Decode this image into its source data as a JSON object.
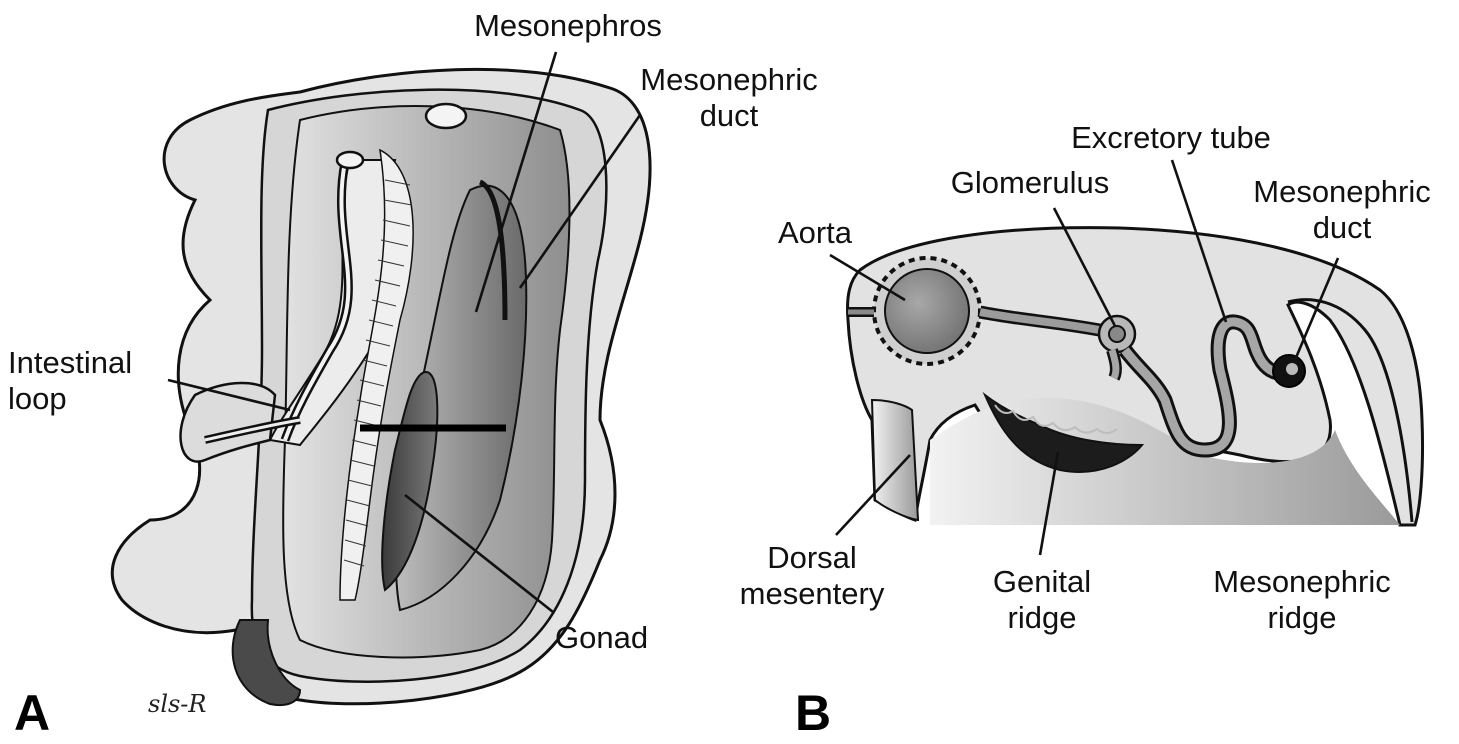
{
  "panels": {
    "a": {
      "letter": "A",
      "signature": "sls-R",
      "labels": {
        "mesonephros": "Mesonephros",
        "mesonephric_duct_1": "Mesonephric",
        "mesonephric_duct_2": "duct",
        "intestinal_loop_1": "Intestinal",
        "intestinal_loop_2": "loop",
        "gonad": "Gonad"
      }
    },
    "b": {
      "letter": "B",
      "labels": {
        "excretory_tube": "Excretory tube",
        "glomerulus": "Glomerulus",
        "mesonephric_duct_1": "Mesonephric",
        "mesonephric_duct_2": "duct",
        "aorta": "Aorta",
        "dorsal_mesentery_1": "Dorsal",
        "dorsal_mesentery_2": "mesentery",
        "genital_ridge_1": "Genital",
        "genital_ridge_2": "ridge",
        "mesonephric_ridge_1": "Mesonephric",
        "mesonephric_ridge_2": "ridge"
      }
    }
  }
}
